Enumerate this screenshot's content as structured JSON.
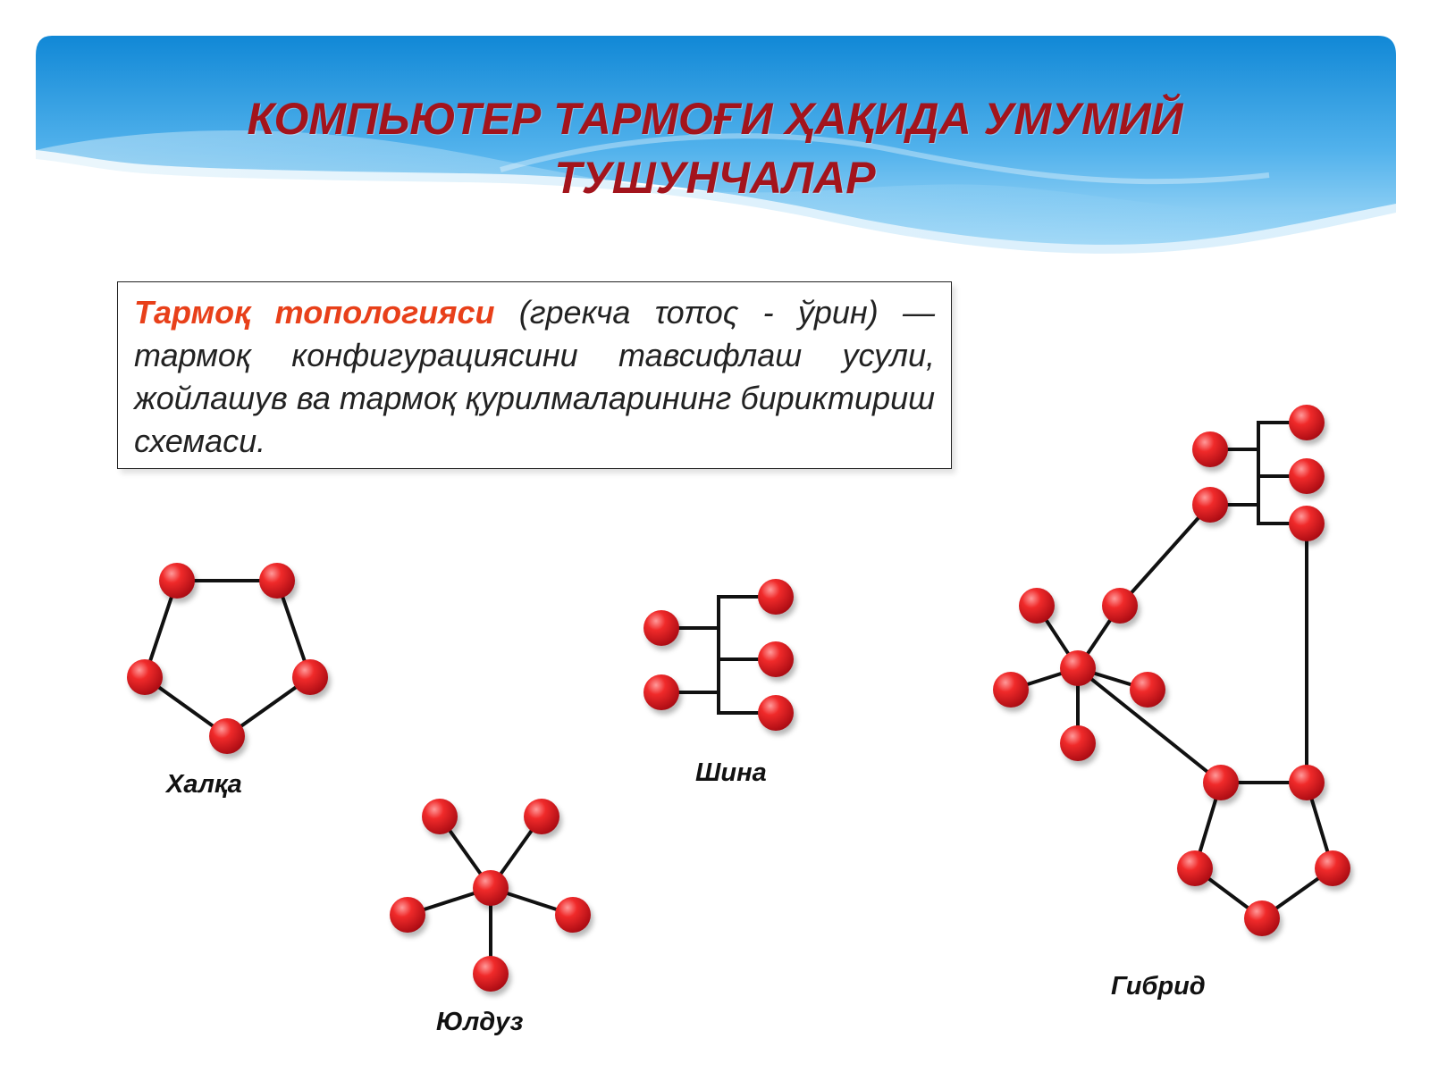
{
  "slide": {
    "title_line1": "КОМПЬЮТЕР ТАРМОҒИ ҲАҚИДА УМУМИЙ",
    "title_line2": "ТУШУНЧАЛАР"
  },
  "definition": {
    "term": "Тармоқ топологияси",
    "text": " (грекча τοπος - ўрин) — тармоқ конфигурациясини тавсифлаш усули, жойлашув ва тармоқ қурилмаларининг бириктириш схемаси."
  },
  "topologies": [
    {
      "id": "ring",
      "label": "Халқа"
    },
    {
      "id": "bus",
      "label": "Шина"
    },
    {
      "id": "star",
      "label": "Юлдуз"
    },
    {
      "id": "hybrid",
      "label": "Гибрид"
    }
  ],
  "colors": {
    "title": "#a3141c",
    "term": "#e8401a",
    "node": "#e0141e",
    "banner_top": "#1188d6",
    "banner_bottom": "#8fd3f6"
  }
}
